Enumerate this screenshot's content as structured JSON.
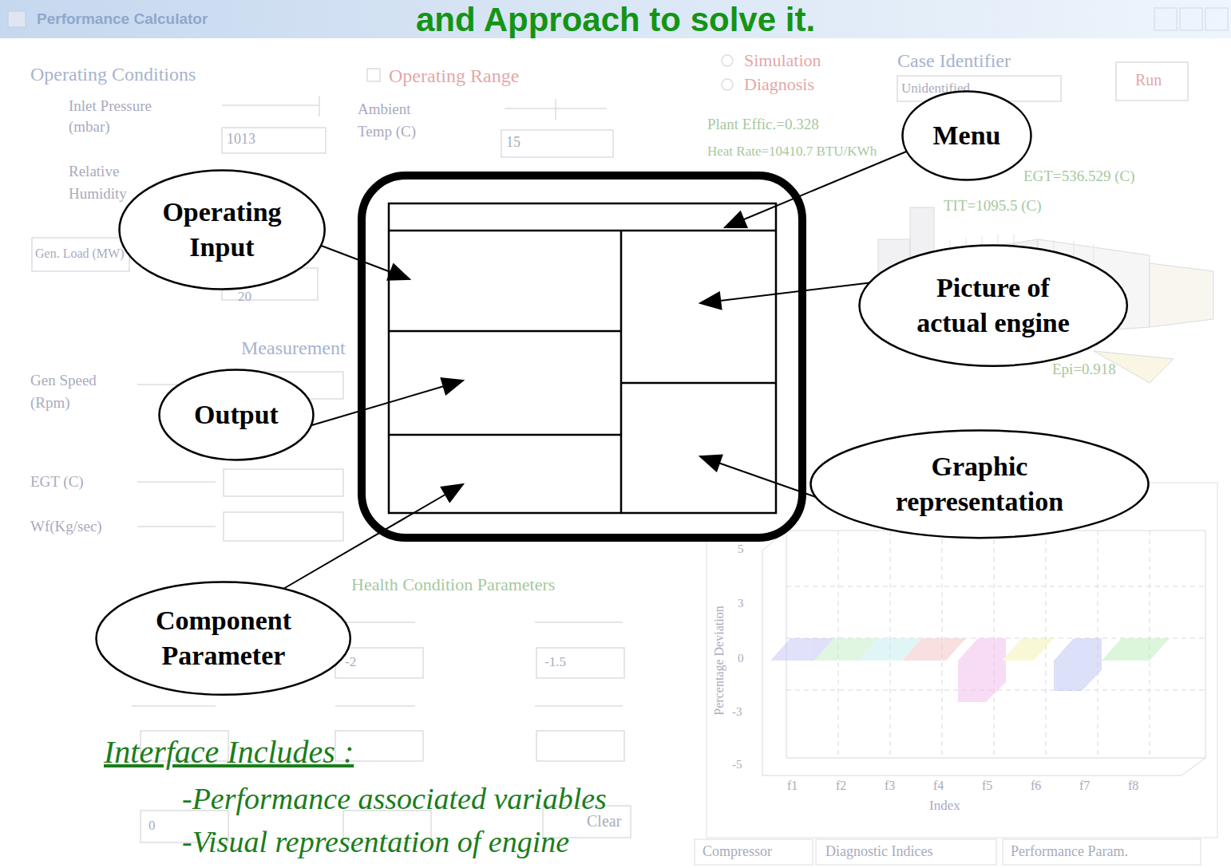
{
  "diagram": {
    "title": "and Approach to solve it.",
    "nodes": [
      {
        "text": [
          "Menu"
        ]
      },
      {
        "text": [
          "Operating Input"
        ]
      },
      {
        "text": [
          "Picture of actual engine"
        ]
      },
      {
        "text": [
          "Output"
        ]
      },
      {
        "text": [
          "Graphic representation"
        ]
      },
      {
        "text": [
          "Component Parameter"
        ]
      }
    ],
    "labels": [
      "Performance Calculator",
      "Operating Conditions",
      "Inlet Pressure",
      "(mbar)",
      "1013",
      "Operating Range",
      "Ambient",
      "Temp (C)",
      "15",
      "Simulation",
      "Diagnosis",
      "Case Identifier",
      "Unidentified",
      "Run",
      "Plant Effic.=0.328",
      "Heat Rate=10410.7 BTU/KWh",
      "EGT=536.529 (C)",
      "TIT=1095.5 (C)",
      "Relative",
      "Humidity",
      "Gen. Load (MW)",
      "20",
      "Measurement",
      "Gen Speed",
      "(Rpm)",
      "EGT (C)",
      "Wf(Kg/sec)",
      "Health Condition Parameters",
      "-2",
      "-1.5",
      "0",
      "Clear",
      "Epi=0.918",
      "Percentage Deviation",
      "5",
      "3",
      "0",
      "-3",
      "-5",
      "f1",
      "f2",
      "f3",
      "f4",
      "f5",
      "f6",
      "f7",
      "f8",
      "Index",
      "Compressor",
      "Diagnostic Indices",
      "Performance Param.",
      "Interface Includes :",
      "-Performance associated variables",
      "-Visual representation of engine"
    ]
  }
}
